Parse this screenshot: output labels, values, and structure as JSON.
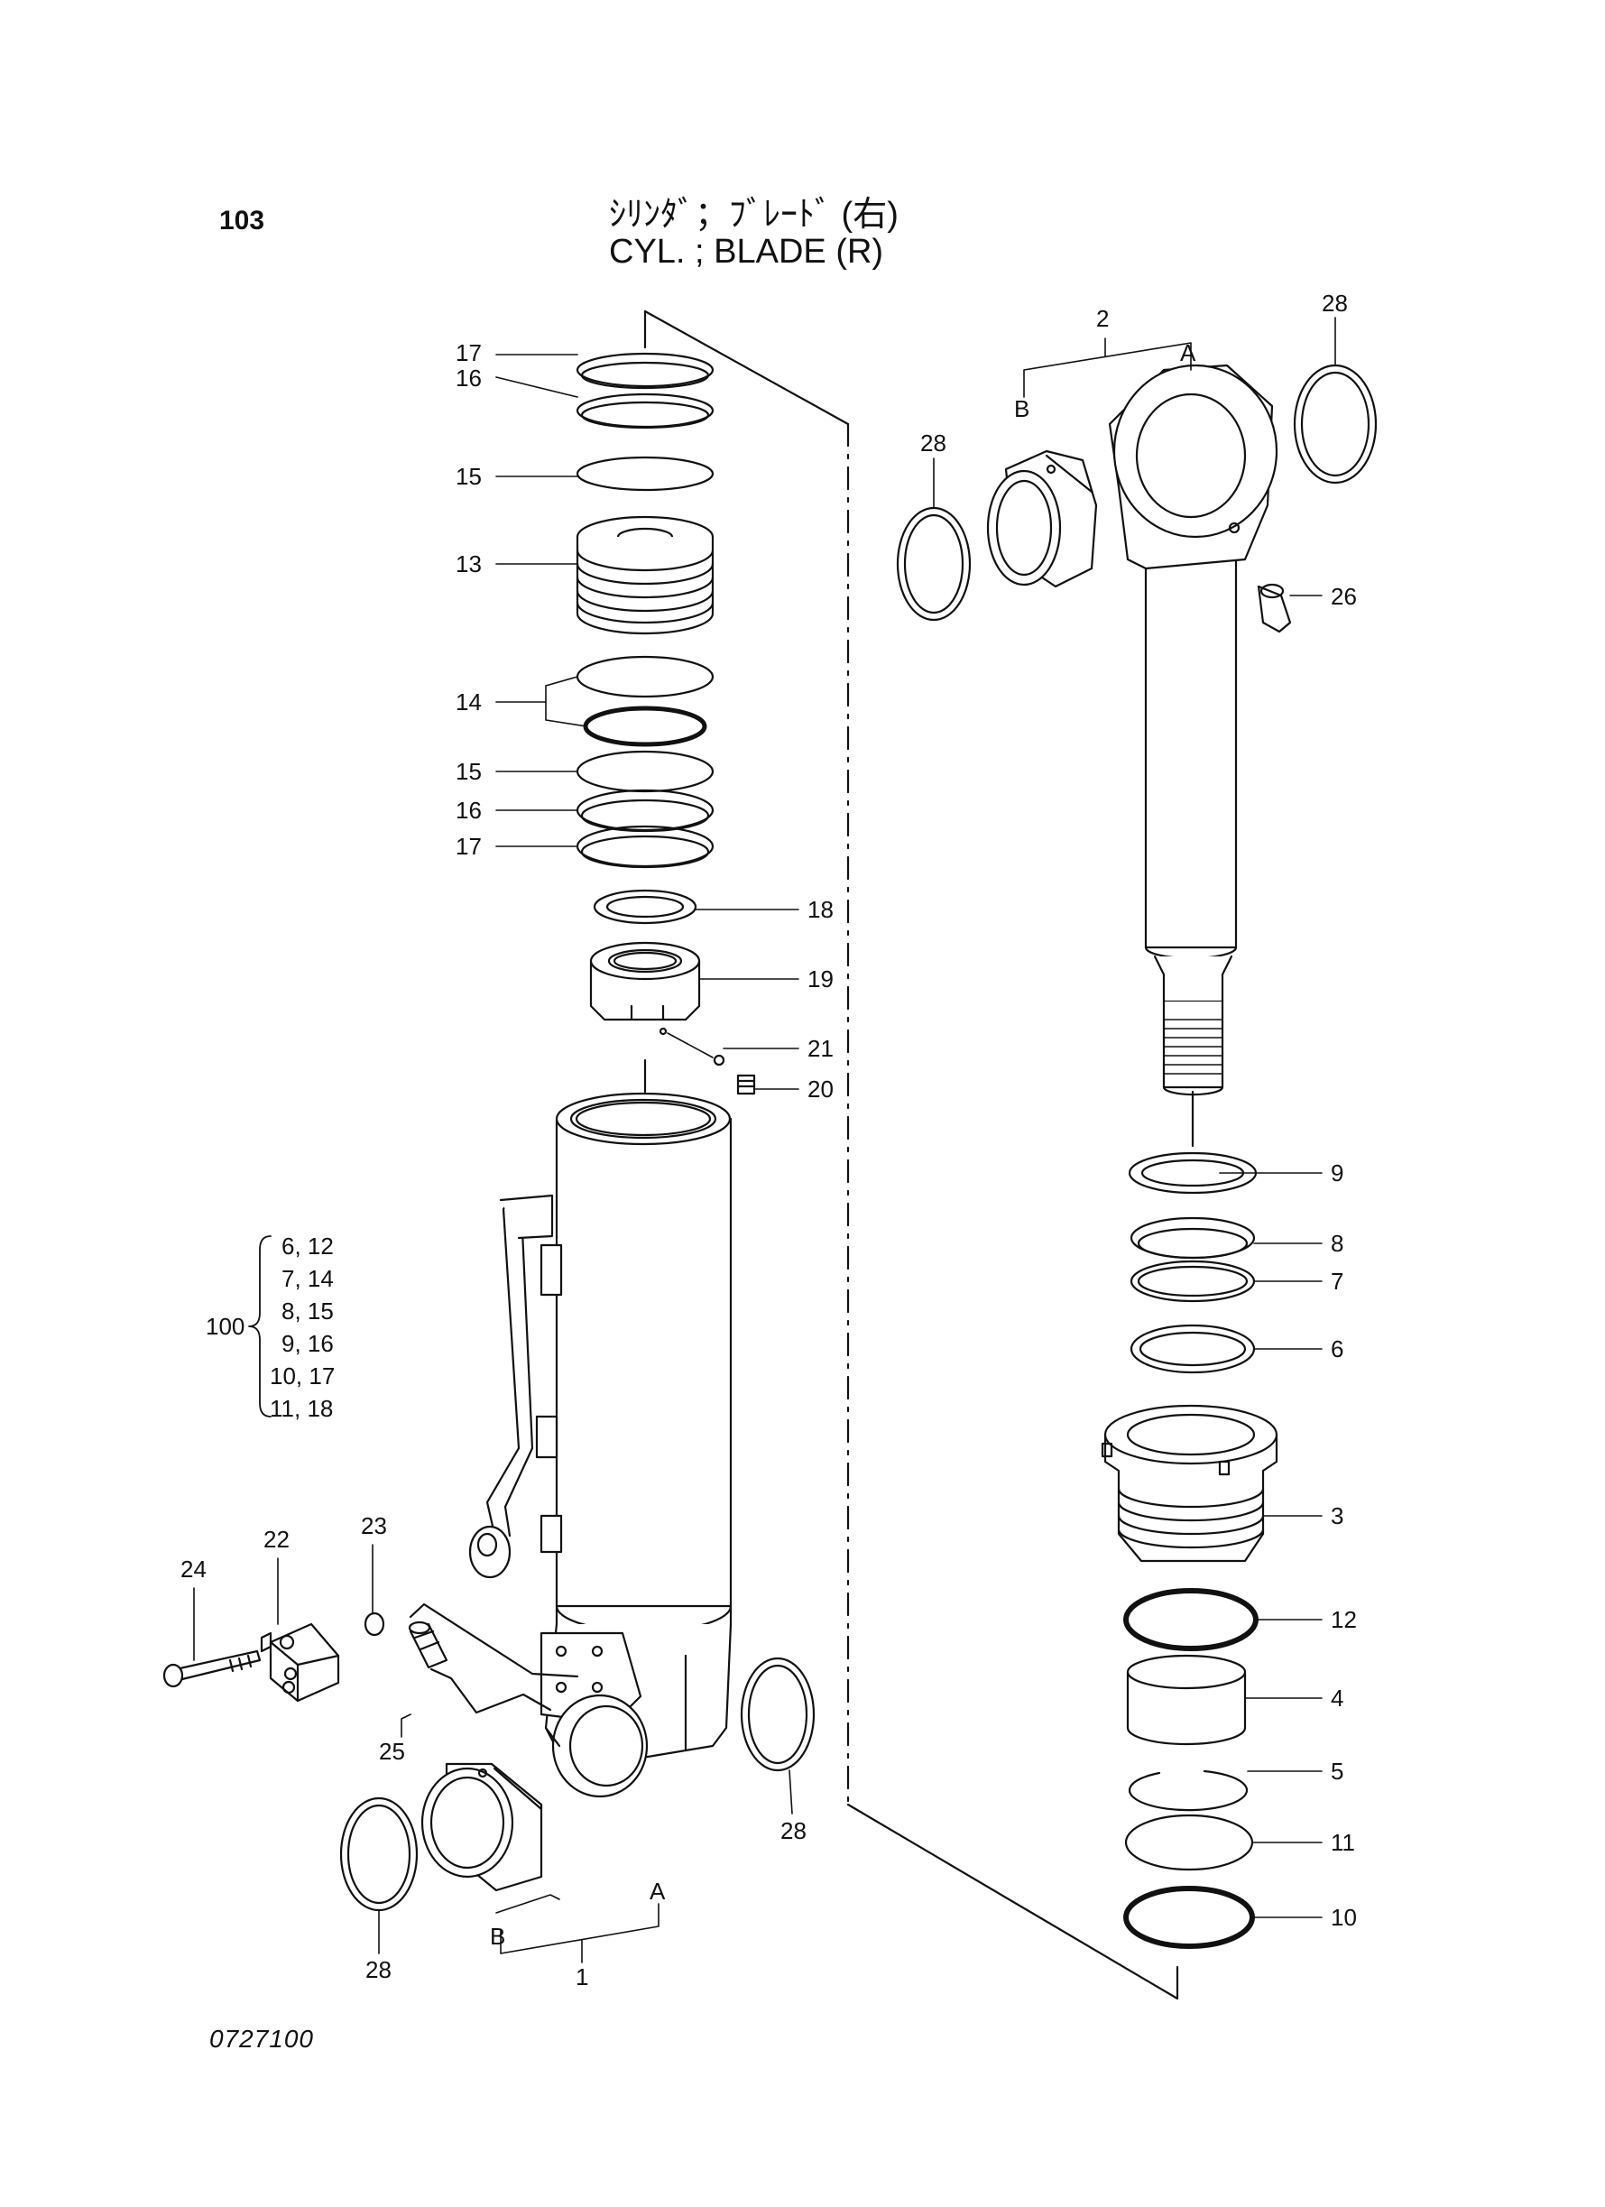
{
  "page": {
    "page_number": "103",
    "title_jp": "ｼﾘﾝﾀﾞ；ﾌﾞﾚｰﾄﾞ (右)",
    "title_en": "CYL. ; BLADE (R)",
    "drawing_number": "0727100"
  },
  "callouts": {
    "c17a": "17",
    "c16a": "16",
    "c15a": "15",
    "c13": "13",
    "c14": "14",
    "c15b": "15",
    "c16b": "16",
    "c17b": "17",
    "c18": "18",
    "c19": "19",
    "c21": "21",
    "c20": "20",
    "c23": "23",
    "c22": "22",
    "c24": "24",
    "c25": "25",
    "c28a": "28",
    "c28b": "28",
    "c1": "1",
    "cA1": "A",
    "cB1": "B",
    "c2": "2",
    "cA2": "A",
    "cB2": "B",
    "c28c": "28",
    "c28d": "28",
    "c26": "26",
    "c9": "9",
    "c8": "8",
    "c7": "7",
    "c6": "6",
    "c3": "3",
    "c12": "12",
    "c4": "4",
    "c5": "5",
    "c11": "11",
    "c10": "10"
  },
  "kit": {
    "number": "100",
    "items": [
      "6, 12",
      "7, 14",
      "8, 15",
      "9, 16",
      "10, 17",
      "11, 18"
    ]
  }
}
